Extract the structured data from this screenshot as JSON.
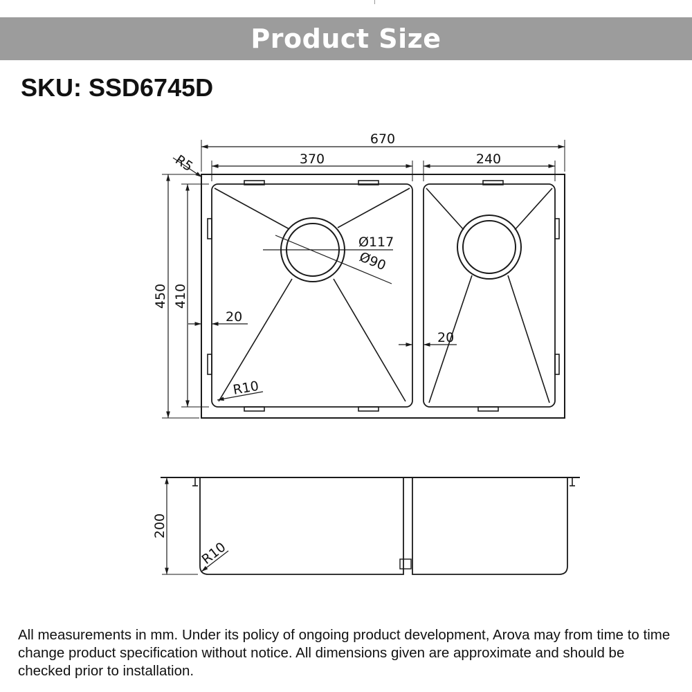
{
  "header": {
    "title": "Product Size"
  },
  "sku": {
    "label": "SKU: SSD6745D"
  },
  "plan_view": {
    "overall_width": "670",
    "left_bowl_width": "370",
    "right_bowl_width": "240",
    "overall_depth": "450",
    "bowl_depth": "410",
    "corner_radius_top": "R5",
    "left_margin": "20",
    "divider_width": "20",
    "waste_outer": "Ø117",
    "waste_inner": "Ø90",
    "bowl_corner_radius": "R10"
  },
  "side_view": {
    "height": "200",
    "bowl_corner_radius": "R10"
  },
  "footer": {
    "note": "All measurements in mm. Under its policy of ongoing product development, Arova may from time to time change product specification without notice. All dimensions given are approximate and should be checked prior to installation."
  },
  "colors": {
    "banner": "#9c9c9c",
    "line": "#1a1a1a"
  }
}
